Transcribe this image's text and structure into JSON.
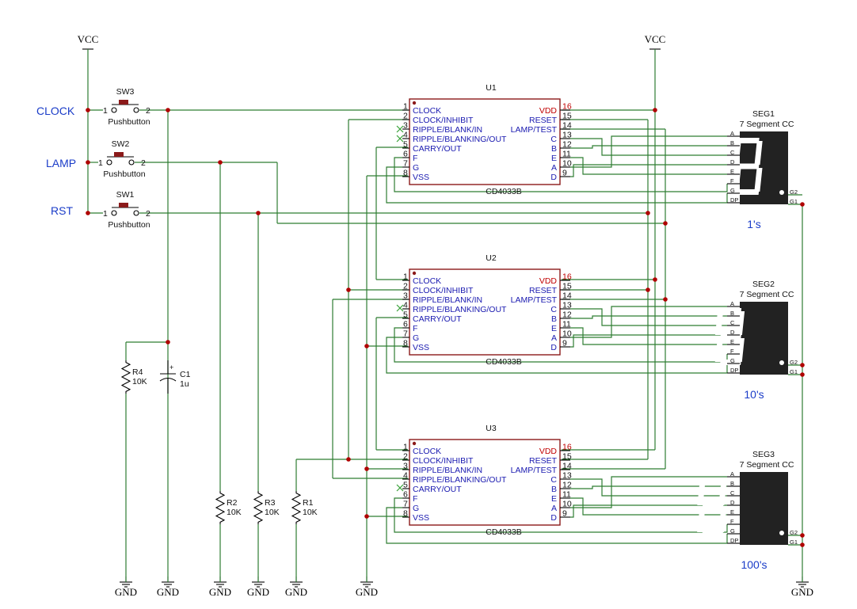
{
  "power": {
    "vcc": "VCC",
    "gnd": "GND"
  },
  "inputs": {
    "clock": "CLOCK",
    "lamp": "LAMP",
    "rst": "RST"
  },
  "switches": [
    {
      "ref": "SW3",
      "type": "Pushbutton",
      "pin1": "1",
      "pin2": "2"
    },
    {
      "ref": "SW2",
      "type": "Pushbutton",
      "pin1": "1",
      "pin2": "2"
    },
    {
      "ref": "SW1",
      "type": "Pushbutton",
      "pin1": "1",
      "pin2": "2"
    }
  ],
  "passives": {
    "r4": {
      "ref": "R4",
      "value": "10K"
    },
    "c1": {
      "ref": "C1",
      "value": "1u",
      "polarity": "+"
    },
    "r2": {
      "ref": "R2",
      "value": "10K"
    },
    "r3": {
      "ref": "R3",
      "value": "10K"
    },
    "r1": {
      "ref": "R1",
      "value": "10K"
    }
  },
  "ic": {
    "part": "CD4033B",
    "refs": [
      "U1",
      "U2",
      "U3"
    ],
    "left_pins": [
      {
        "num": "1",
        "name": "CLOCK"
      },
      {
        "num": "2",
        "name": "CLOCK/INHIBIT"
      },
      {
        "num": "3",
        "name": "RIPPLE/BLANK/IN"
      },
      {
        "num": "4",
        "name": "RIPPLE/BLANKING/OUT"
      },
      {
        "num": "5",
        "name": "CARRY/OUT"
      },
      {
        "num": "6",
        "name": "F"
      },
      {
        "num": "7",
        "name": "G"
      },
      {
        "num": "8",
        "name": "VSS"
      }
    ],
    "right_pins": [
      {
        "num": "16",
        "name": "VDD"
      },
      {
        "num": "15",
        "name": "RESET"
      },
      {
        "num": "14",
        "name": "LAMP/TEST"
      },
      {
        "num": "13",
        "name": "C"
      },
      {
        "num": "12",
        "name": "B"
      },
      {
        "num": "11",
        "name": "E"
      },
      {
        "num": "10",
        "name": "A"
      },
      {
        "num": "9",
        "name": "D"
      }
    ]
  },
  "displays": {
    "type": "7 Segment CC",
    "refs": [
      "SEG1",
      "SEG2",
      "SEG3"
    ],
    "captions": [
      "1's",
      "10's",
      "100's"
    ],
    "pins": [
      "A",
      "B",
      "C",
      "D",
      "E",
      "F",
      "G",
      "DP"
    ],
    "gnd_pins": [
      "G2",
      "G1"
    ]
  }
}
